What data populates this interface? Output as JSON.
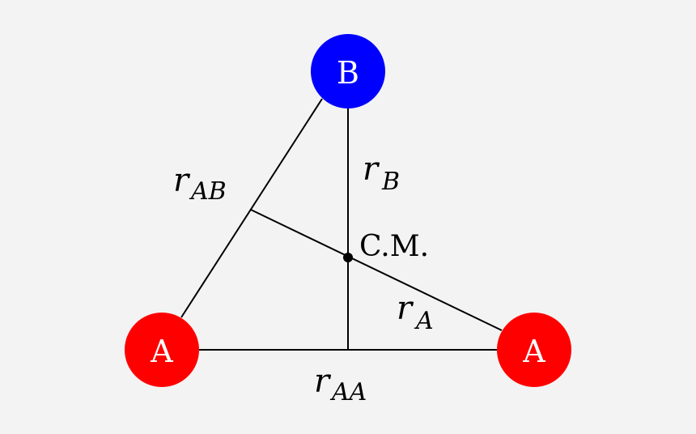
{
  "colors": {
    "background": "#f3f3f3",
    "atom_a": "#ff0000",
    "atom_b": "#0000ff",
    "line": "#000000"
  },
  "atoms": {
    "b_top": "B",
    "a_left": "A",
    "a_right": "A"
  },
  "labels": {
    "r_ab": {
      "main": "r",
      "sub": "AB"
    },
    "r_b": {
      "main": "r",
      "sub": "B"
    },
    "r_a": {
      "main": "r",
      "sub": "A"
    },
    "r_aa": {
      "main": "r",
      "sub": "AA"
    },
    "cm": "C.M."
  }
}
